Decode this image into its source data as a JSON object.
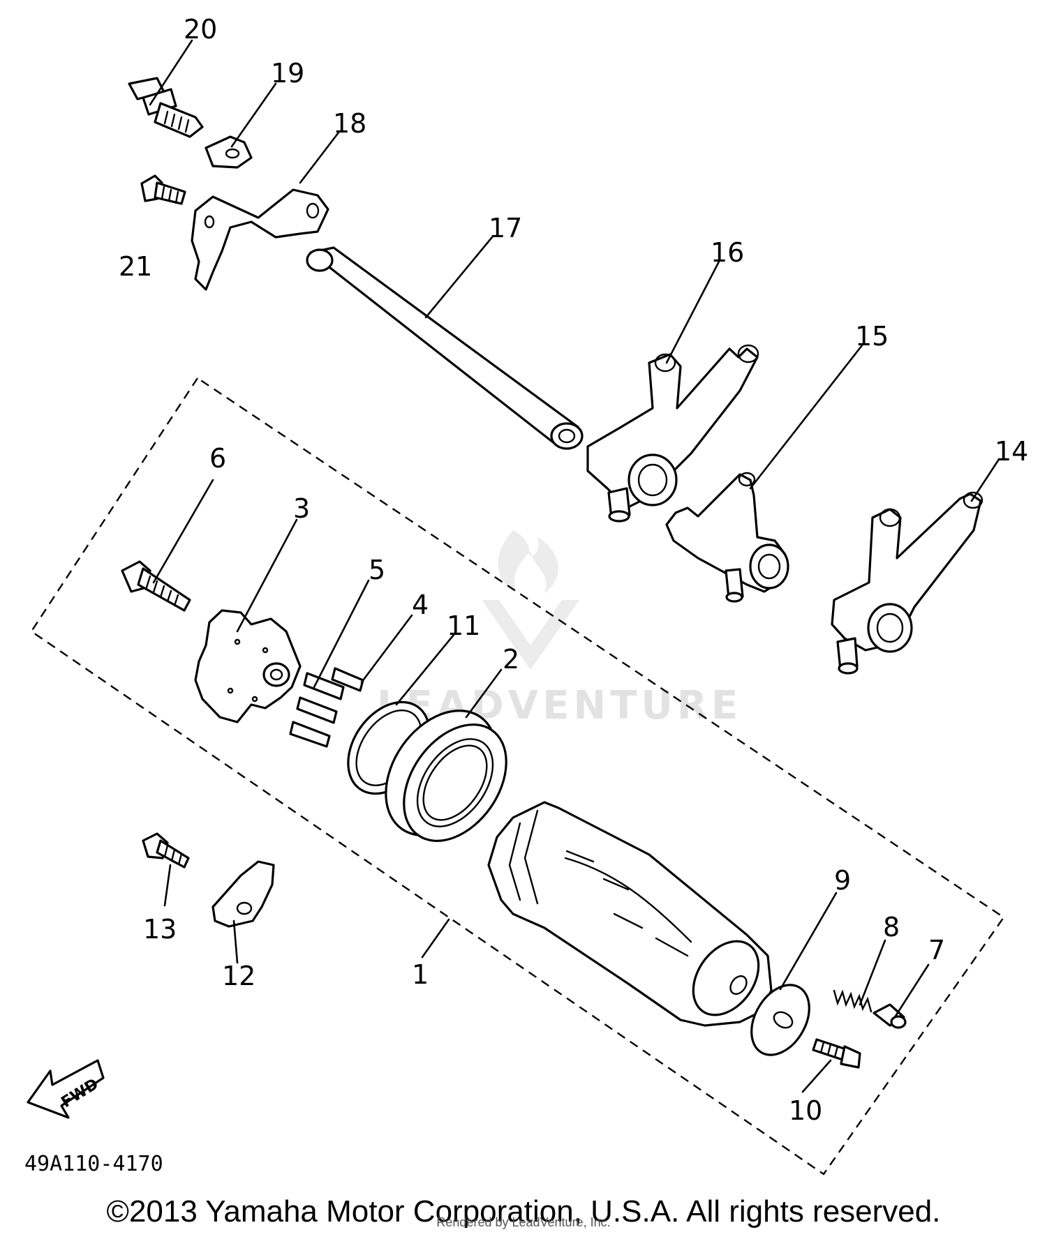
{
  "diagram_code": "49A110-4170",
  "copyright": "©2013 Yamaha Motor Corporation, U.S.A. All rights reserved.",
  "rendered_by": "Rendered by LeadVenture, Inc.",
  "watermark": "LEADVENTURE",
  "fwd_label": "FWD",
  "callouts": [
    "1",
    "2",
    "3",
    "4",
    "5",
    "6",
    "7",
    "8",
    "9",
    "10",
    "11",
    "12",
    "13",
    "14",
    "15",
    "16",
    "17",
    "18",
    "19",
    "20",
    "21"
  ],
  "colors": {
    "line": "#000000",
    "background": "#ffffff",
    "watermark": "#e2e2e2"
  }
}
